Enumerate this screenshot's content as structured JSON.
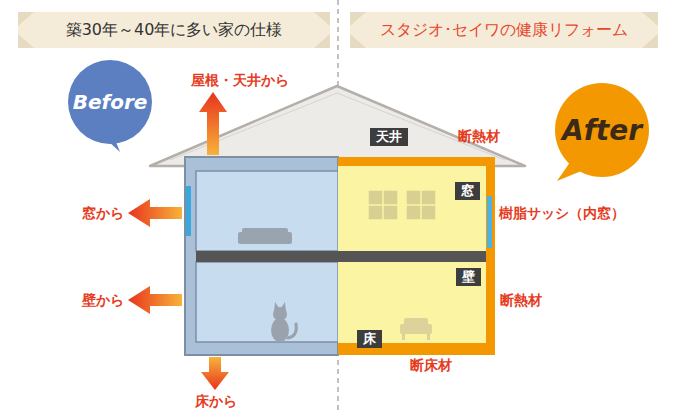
{
  "diagram": {
    "nodes": [
      {
        "text": [
          "築30年～40年に多い家の仕様"
        ]
      },
      {
        "text": [
          "スタジオ･セイワの健康リフォーム"
        ]
      },
      {
        "text": [
          "Before"
        ]
      },
      {
        "text": [
          "天井"
        ]
      },
      {
        "text": [
          "After"
        ]
      },
      {
        "text": [
          "窓"
        ]
      },
      {
        "text": [
          "壁"
        ]
      },
      {
        "text": [
          "床"
        ]
      }
    ],
    "labels": [
      "屋根・天井から",
      "断熱材",
      "窓から",
      "樹脂サッシ（内窓）",
      "壁から",
      "断熱材",
      "床から",
      "断床材"
    ]
  }
}
